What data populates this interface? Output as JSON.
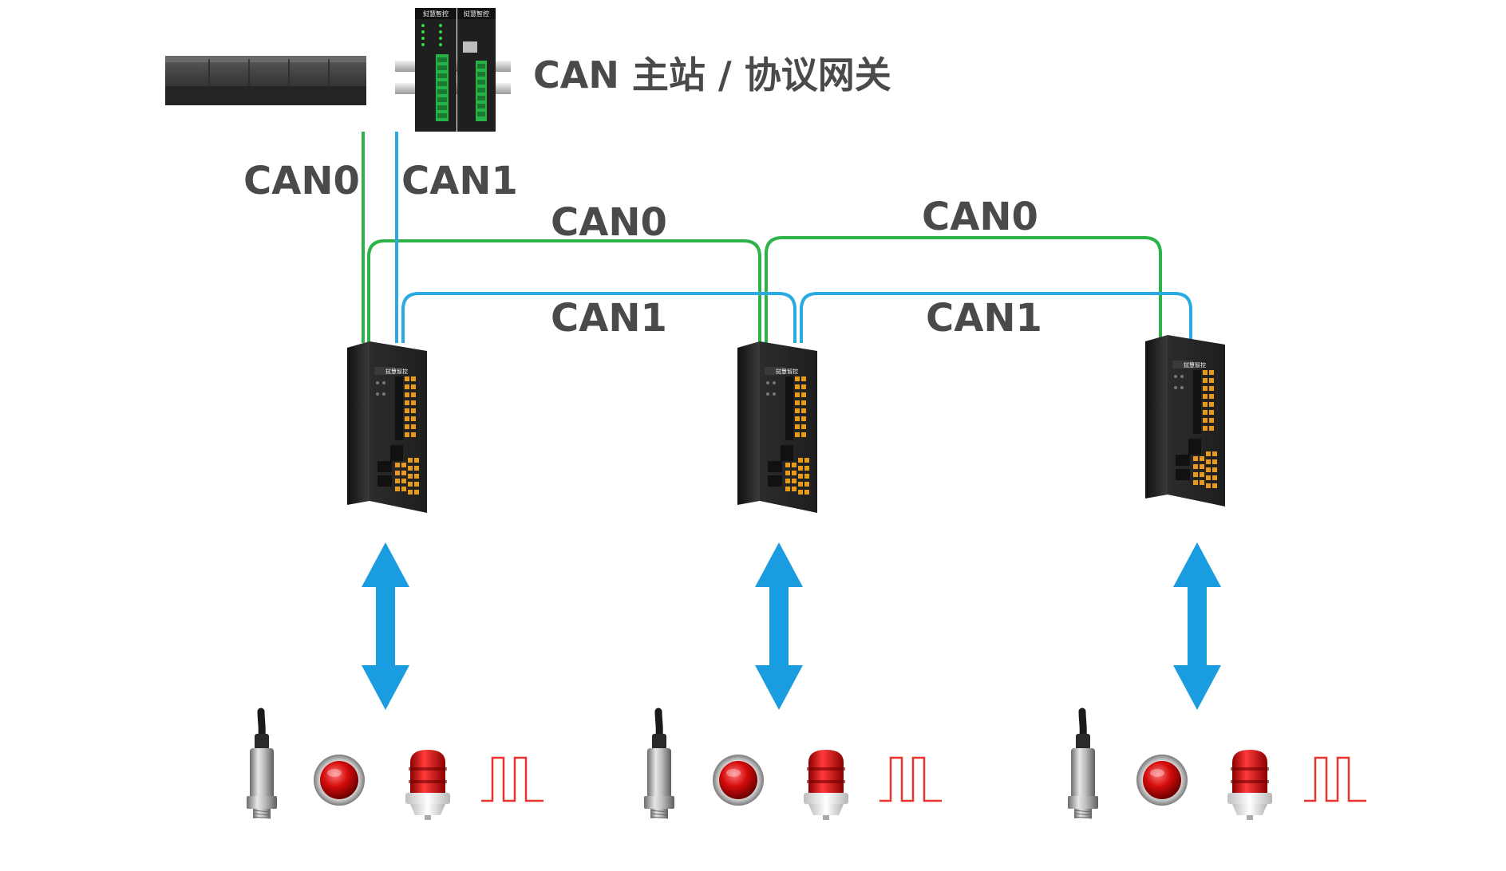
{
  "header": {
    "title": "CAN 主站 / 协议网关"
  },
  "links": {
    "master_can0": "CAN0",
    "master_can1": "CAN1",
    "seg1_can0": "CAN0",
    "seg1_can1": "CAN1",
    "seg2_can0": "CAN0",
    "seg2_can1": "CAN1"
  },
  "device": {
    "brand": "挝慧智控"
  },
  "colors": {
    "can0_line": "#2db34a",
    "can1_line": "#29aae1",
    "arrow": "#1a9de0",
    "label": "#4a4a4a",
    "pulse": "#e8332e"
  },
  "icons": {
    "sensor": "pressure-sensor-icon",
    "button": "red-button-icon",
    "alarm": "alarm-light-icon",
    "pulse": "pulse-signal-icon"
  }
}
